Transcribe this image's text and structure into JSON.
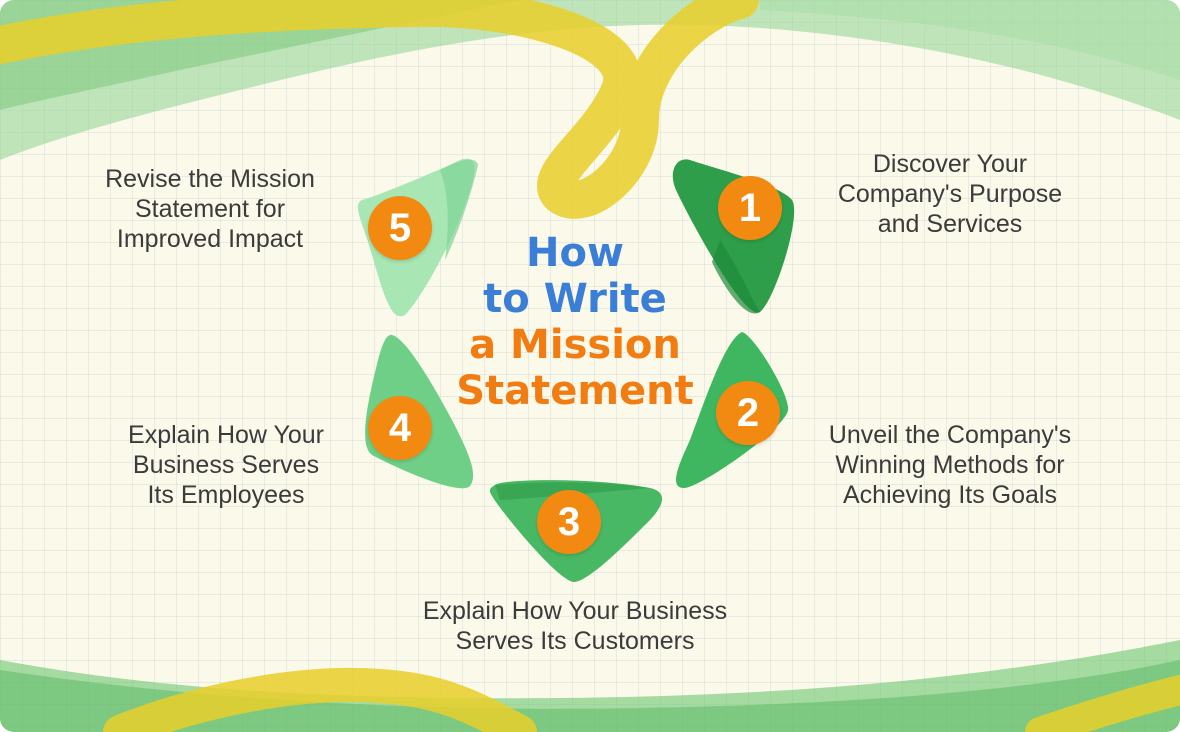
{
  "title": {
    "line1": "How",
    "line2": "to Write",
    "line3": "a Mission",
    "line4": "Statement"
  },
  "steps": [
    {
      "number": "1",
      "label_lines": [
        "Discover Your",
        "Company's Purpose",
        "and Services"
      ]
    },
    {
      "number": "2",
      "label_lines": [
        "Unveil the Company's",
        "Winning Methods for",
        "Achieving Its Goals"
      ]
    },
    {
      "number": "3",
      "label_lines": [
        "Explain How Your Business",
        "Serves Its Customers"
      ]
    },
    {
      "number": "4",
      "label_lines": [
        "Explain How Your",
        "Business Serves",
        "Its Employees"
      ]
    },
    {
      "number": "5",
      "label_lines": [
        "Revise the Mission",
        "Statement for",
        "Improved Impact"
      ]
    }
  ],
  "colors": {
    "title_blue": "#3a7fd5",
    "title_orange": "#f07c12",
    "badge_orange": "#f28a12",
    "step1_green": "#2e9e4a",
    "step2_green": "#3fb660",
    "step3_green": "#48b864",
    "step4_green": "#6fcf86",
    "step5_green": "#a8e6b4",
    "ribbon_yellow": "#e8cf2a",
    "wash_green": "#8fd48f"
  }
}
